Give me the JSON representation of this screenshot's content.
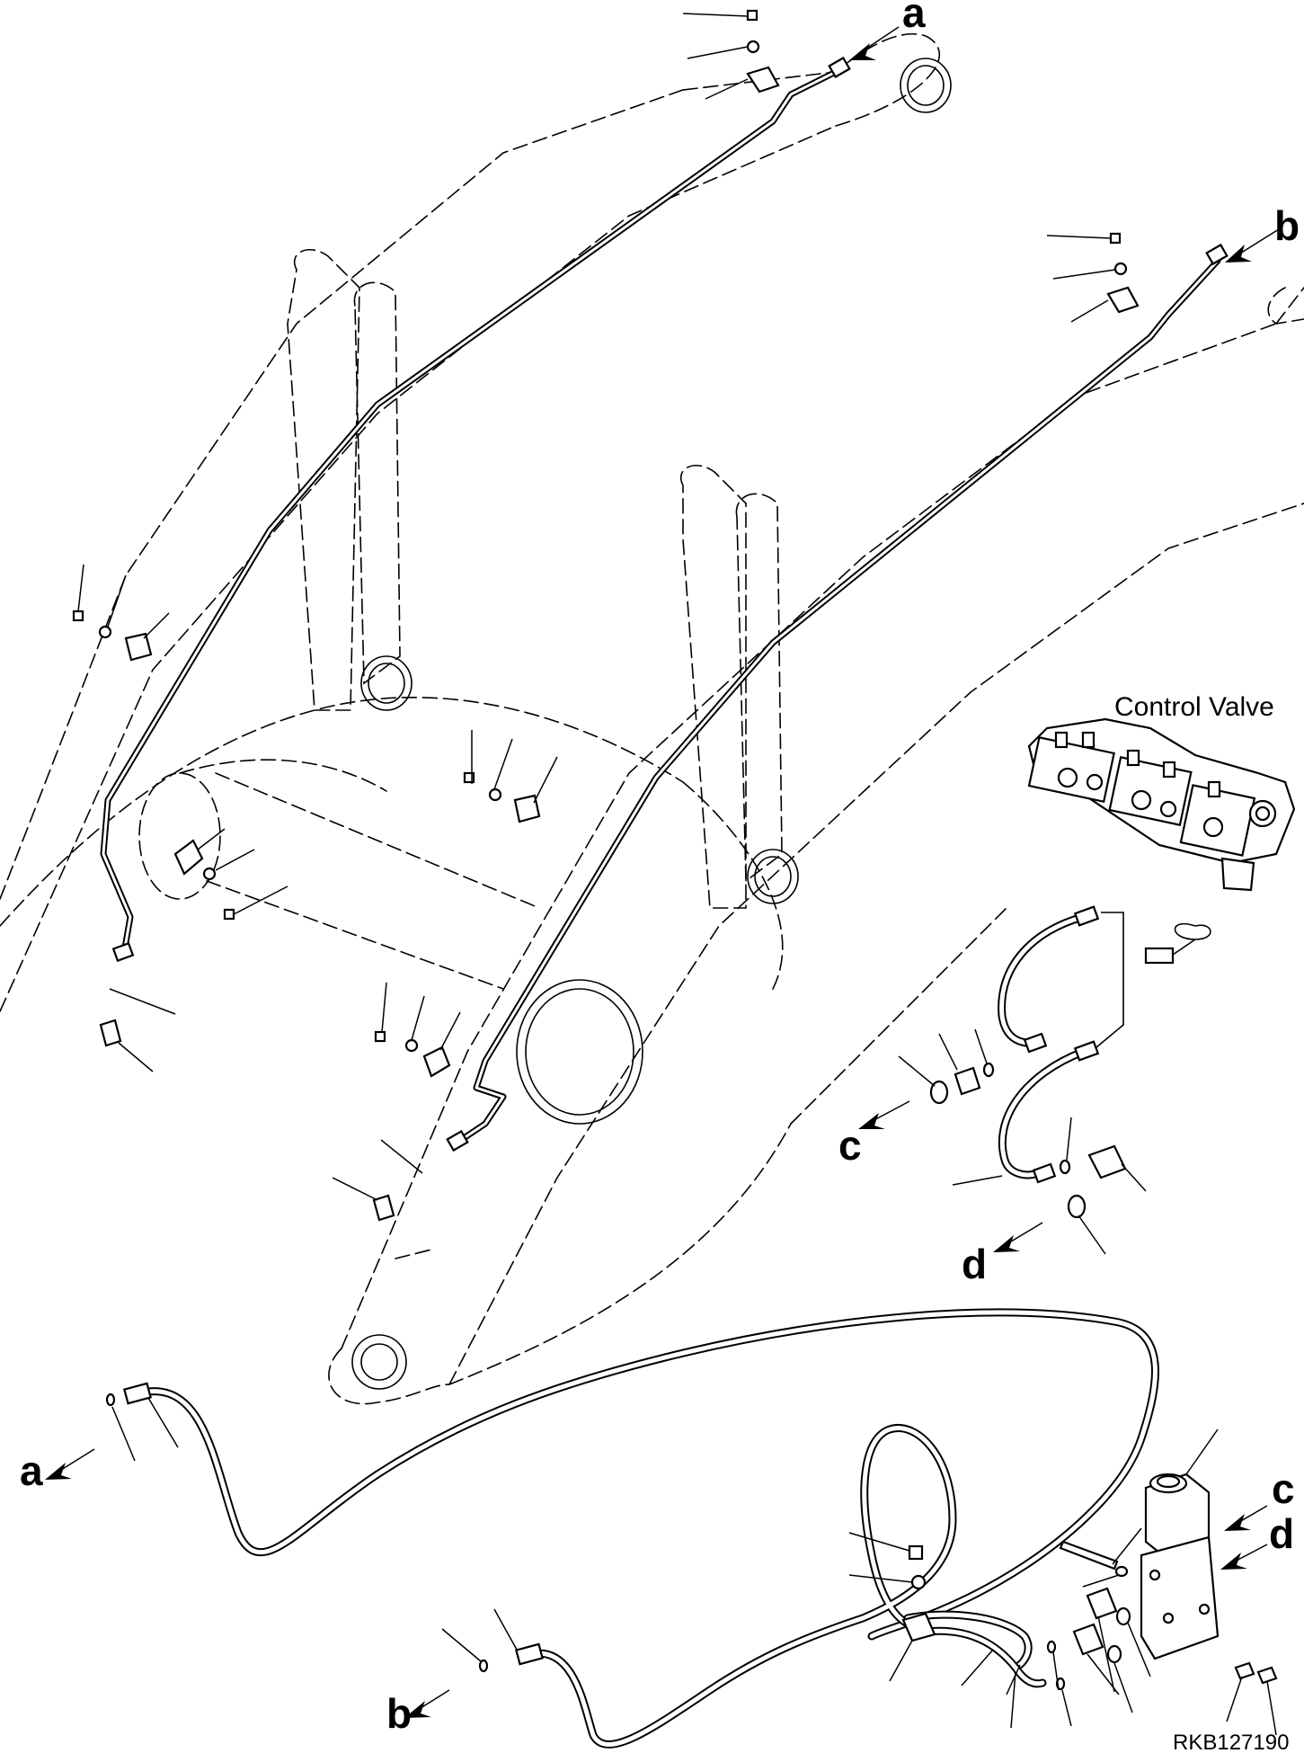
{
  "labels": {
    "a": "a",
    "b": "b",
    "c": "c",
    "d": "d"
  },
  "caption": {
    "control_valve": "Control Valve"
  },
  "figure_id": "RKB127190"
}
